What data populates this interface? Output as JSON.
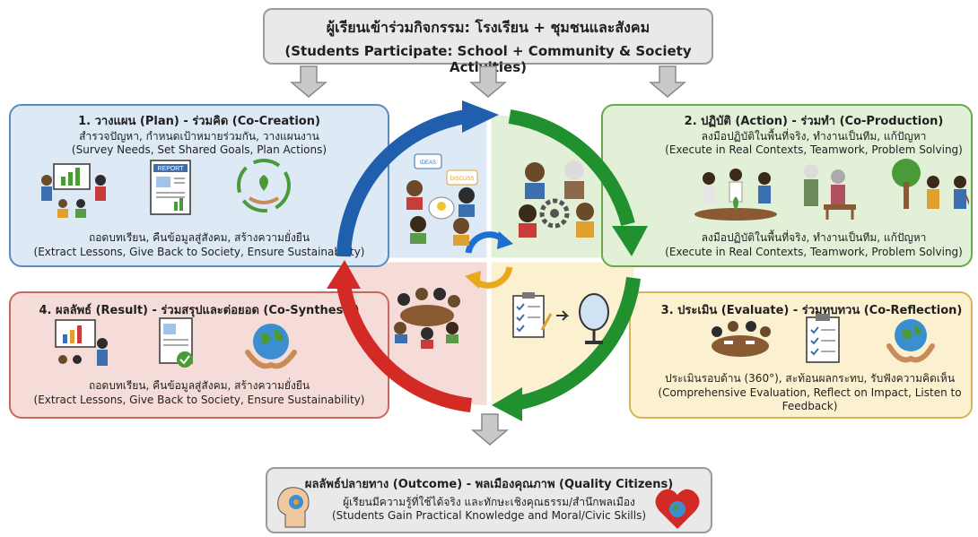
{
  "header": {
    "title_th": "ผู้เรียนเข้าร่วมกิจกรรม: โรงเรียน + ชุมชนและสังคม",
    "title_en": "(Students Participate: School + Community & Society Activities)"
  },
  "plan": {
    "title": "1. วางแผน (Plan) - ร่วมคิด (Co-Creation)",
    "line_th": "สำรวจปัญหา, กำหนดเป้าหมายร่วมกัน, วางแผนงาน",
    "line_en": "(Survey Needs, Set Shared Goals, Plan Actions)",
    "report_label": "REPORT",
    "bottom_th": "ถอดบทเรียน, คืนข้อมูลสู่สังคม, สร้างความยั่งยืน",
    "bottom_en": "(Extract Lessons, Give Back to Society, Ensure Sustainability)"
  },
  "action": {
    "title": "2. ปฏิบัติ (Action) - ร่วมทำ (Co-Production)",
    "line_th": "ลงมือปฏิบัติในพื้นที่จริง, ทำงานเป็นทีม, แก้ปัญหา",
    "line_en": "(Execute in Real Contexts, Teamwork, Problem Solving)",
    "bottom_th": "ลงมือปฏิบัติในพื้นที่จริง, ทำงานเป็นทีม, แก้ปัญหา",
    "bottom_en": "(Execute in Real Contexts, Teamwork, Problem Solving)"
  },
  "evaluate": {
    "title": "3. ประเมิน (Evaluate) - ร่วมทบทวน (Co-Reflection)",
    "line_th": "ประเมินรอบด้าน (360°), สะท้อนผลกระทบ, รับฟังความคิดเห็น",
    "line_en": "(Comprehensive Evaluation, Reflect on Impact, Listen to Feedback)"
  },
  "result": {
    "title": "4. ผลลัพธ์ (Result) - ร่วมสรุปและต่อยอด (Co-Synthesis)",
    "line_th": "ถอดบทเรียน, คืนข้อมูลสู่สังคม, สร้างความยั่งยืน",
    "line_en": "(Extract Lessons, Give Back to Society, Ensure Sustainability)"
  },
  "outcome": {
    "title": "ผลลัพธ์ปลายทาง (Outcome) - พลเมืองคุณภาพ (Quality Citizens)",
    "line_th": "ผู้เรียนมีความรู้ที่ใช้ได้จริง และทักษะเชิงคุณธรรม/สำนึกพลเมือง",
    "line_en": "(Students Gain Practical Knowledge and Moral/Civic Skills)"
  },
  "center": {
    "bubble_1": "IDEAS",
    "bubble_2": "DISCUSS"
  },
  "colors": {
    "plan_bg": "#dde9f5",
    "plan_border": "#5b8cc0",
    "action_bg": "#e3f0d8",
    "action_border": "#6aa84f",
    "evaluate_bg": "#fbf0cf",
    "evaluate_border": "#d6b656",
    "result_bg": "#f6dcd8",
    "result_border": "#c9685f",
    "arrow_blue": "#1f5fae",
    "arrow_green": "#21912f",
    "arrow_red": "#d42a26",
    "arrow_yellow": "#e8a91d"
  }
}
